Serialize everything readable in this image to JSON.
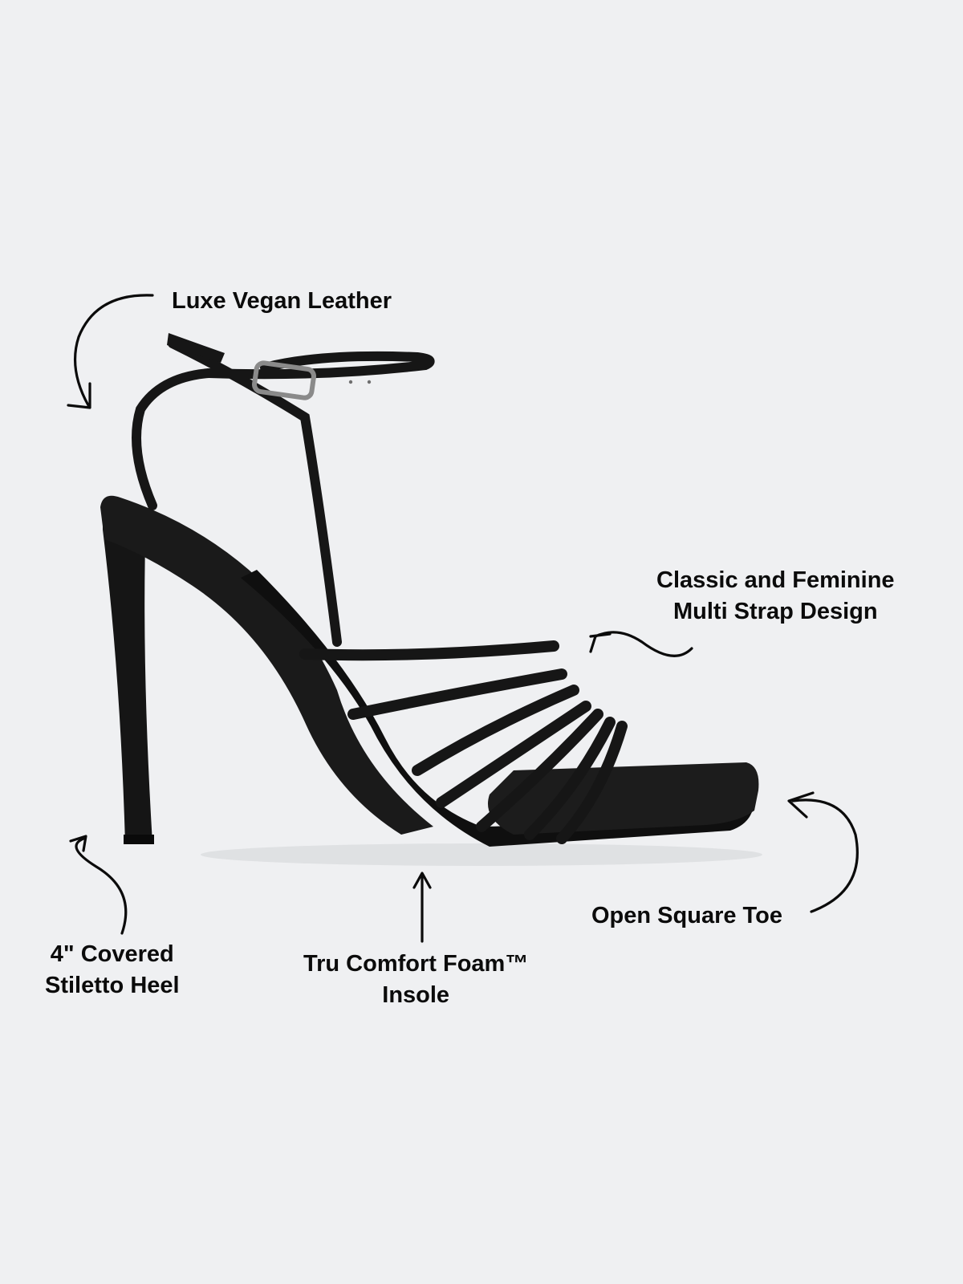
{
  "colors": {
    "background": "#eff0f2",
    "text": "#0b0b0b",
    "shoe": "#111111",
    "buckle": "#8a8a8a"
  },
  "product": {
    "description": "Black strappy square-toe stiletto sandal with ankle buckle strap"
  },
  "callouts": [
    {
      "id": "leather",
      "lines": [
        "Luxe Vegan Leather"
      ]
    },
    {
      "id": "straps",
      "lines": [
        "Classic and Feminine",
        "Multi Strap Design"
      ]
    },
    {
      "id": "heel",
      "lines": [
        "4\" Covered",
        "Stiletto Heel"
      ]
    },
    {
      "id": "insole",
      "lines": [
        "Tru Comfort Foam™",
        "Insole"
      ]
    },
    {
      "id": "toe",
      "lines": [
        "Open Square Toe"
      ]
    }
  ]
}
